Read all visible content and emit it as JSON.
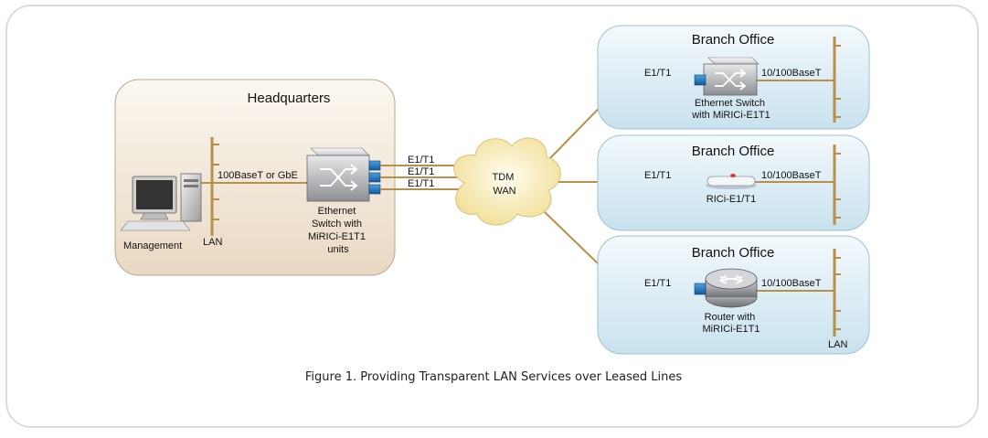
{
  "headquarters": {
    "title": "Headquarters",
    "management_label": "Management",
    "lan_label": "LAN",
    "link_label": "100BaseT or GbE",
    "switch_label_lines": [
      "Ethernet",
      "Switch with",
      "MiRICi-E1T1",
      "units"
    ],
    "uplink_labels": [
      "E1/T1",
      "E1/T1",
      "E1/T1"
    ]
  },
  "wan": {
    "label_lines": [
      "TDM",
      "WAN"
    ]
  },
  "branches": [
    {
      "title": "Branch Office",
      "wan_label": "E1/T1",
      "lan_speed_label": "10/100BaseT",
      "device_label_lines": [
        "Ethernet Switch",
        "with MiRICi-E1T1"
      ]
    },
    {
      "title": "Branch Office",
      "wan_label": "E1/T1",
      "lan_speed_label": "10/100BaseT",
      "device_label_lines": [
        "RICi-E1/T1"
      ]
    },
    {
      "title": "Branch Office",
      "wan_label": "E1/T1",
      "lan_speed_label": "10/100BaseT",
      "device_label_lines": [
        "Router with",
        "MiRICi-E1T1"
      ],
      "lan_label": "LAN"
    }
  ],
  "caption": "Figure 1. Providing Transparent LAN Services over Leased Lines",
  "colors": {
    "link": "#b8904a",
    "hq_fill": "#f1e6d8",
    "branch_fill": "#dcedf5",
    "cloud_fill": "#f6ebb4"
  }
}
